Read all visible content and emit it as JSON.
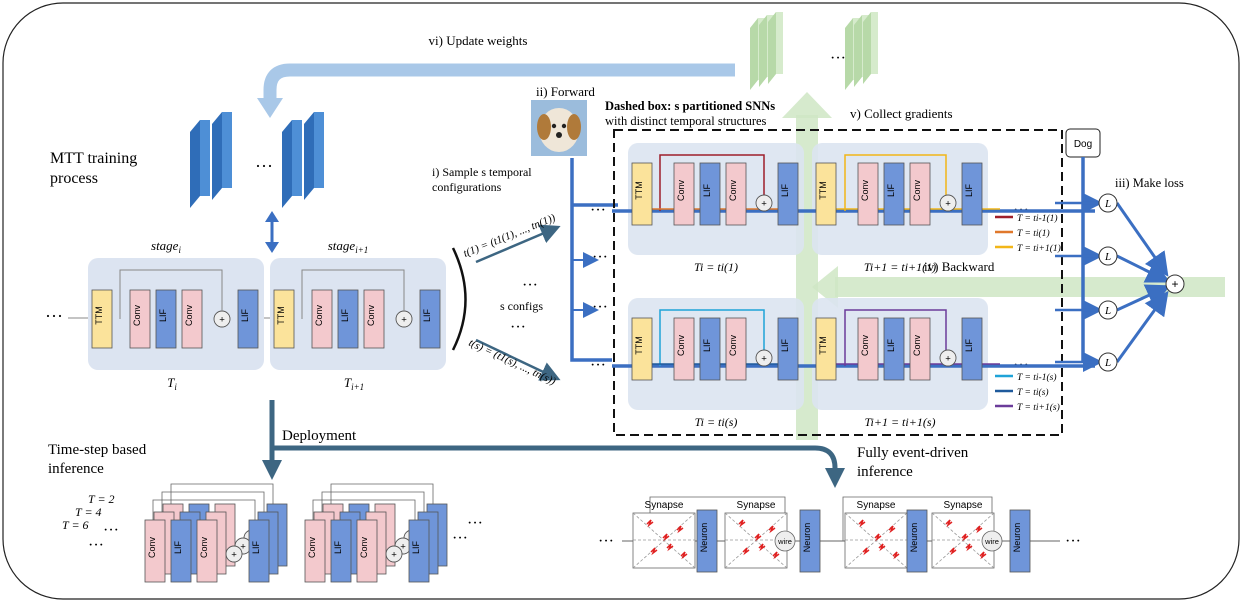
{
  "labels": {
    "update_weights": "vi) Update weights",
    "collect_gradients": "v) Collect gradients",
    "forward": "ii) Forward",
    "dashed_box_line1": "Dashed box: s partitioned SNNs",
    "dashed_box_line2": "with distinct temporal structures",
    "mtt_line1": "MTT training",
    "mtt_line2": "process",
    "sample_line1": "i) Sample s temporal",
    "sample_line2": "configurations",
    "s_configs": "s configs",
    "make_loss": "iii) Make loss",
    "backward": "iv) Backward",
    "deployment": "Deployment",
    "time_step_line1": "Time-step based",
    "time_step_line2": "inference",
    "event_line1": "Fully event-driven",
    "event_line2": "inference",
    "dog": "Dog",
    "ellipsis": "···",
    "vdots": "⋮",
    "stage_i": "stage",
    "stage_sub_i": "i",
    "stage_sub_i1": "i+1",
    "T_i": "T",
    "t1_config": "t(1) = (t1(1), ..., tn(1))",
    "ts_config": "t(s) = (t1(s), ..., tn(s))",
    "T_eq_1": "Ti = ti(1)",
    "T_eq_1b": "Ti+1 = ti+1(1)",
    "T_eq_s": "Ti = ti(s)",
    "T_eq_sb": "Ti+1 = ti+1(s)",
    "legend_top": [
      "T = ti-1(1)",
      "T = ti(1)",
      "T = ti+1(1)"
    ],
    "legend_bottom": [
      "T = ti-1(s)",
      "T = ti(s)",
      "T = ti+1(s)"
    ],
    "T2": "T = 2",
    "T4": "T = 4",
    "T6": "T = 6"
  },
  "blocks": {
    "ttm": "TTM",
    "conv": "Conv",
    "lif": "LIF",
    "neuron": "Neuron",
    "synapse": "Synapse",
    "wire": "wire",
    "loss": "L",
    "plus": "+"
  },
  "colors": {
    "ttm": "#fbe39b",
    "conv": "#f3c9cd",
    "lif": "#6f95d9",
    "stage_bg": "#dce4f1",
    "main_arrow": "#3b6fc2",
    "light_arrow": "#a9c8e8",
    "green": "#cfe6c4",
    "dark_arrow": "#3d6682",
    "legend_top": [
      "#9e1f2a",
      "#e0782b",
      "#f2b618"
    ],
    "legend_bottom": [
      "#1fa3d8",
      "#1f5a9c",
      "#6b3c9a"
    ]
  }
}
